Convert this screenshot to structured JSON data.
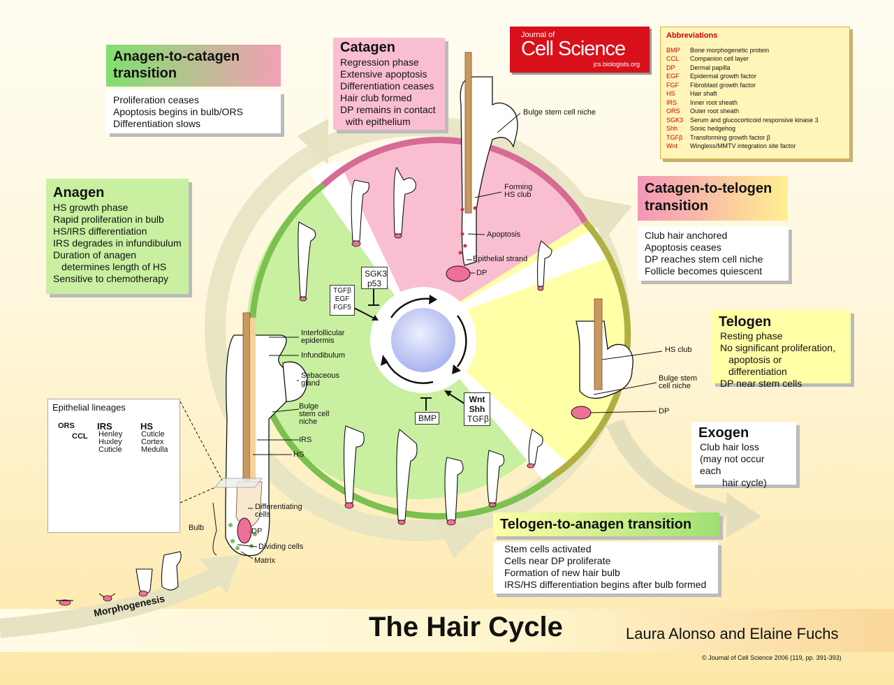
{
  "title": "The Hair Cycle",
  "authors": "Laura Alonso and Elaine Fuchs",
  "citation": "© Journal of Cell Science 2006 (119, pp. 391-393)",
  "journal": {
    "pre": "Journal of",
    "name": "Cell Science",
    "url": "jcs.biologists.org"
  },
  "abbreviations": {
    "title": "Abbreviations",
    "items": [
      {
        "k": "BMP",
        "v": "Bone morphogenetic protein"
      },
      {
        "k": "CCL",
        "v": "Companion cell layer"
      },
      {
        "k": "DP",
        "v": "Dermal papilla"
      },
      {
        "k": "EGF",
        "v": "Epidermal growth factor"
      },
      {
        "k": "FGF",
        "v": "Fibroblast growth factor"
      },
      {
        "k": "HS",
        "v": "Hair shaft"
      },
      {
        "k": "IRS",
        "v": "Inner root sheath"
      },
      {
        "k": "ORS",
        "v": "Outer root sheath"
      },
      {
        "k": "SGK3",
        "v": "Serum and glucocorticoid responsive kinase 3"
      },
      {
        "k": "Shh",
        "v": "Sonic hedgehog"
      },
      {
        "k": "TGFβ",
        "v": "Transforming growth factor β"
      },
      {
        "k": "Wnt",
        "v": "Wingless/MMTV integration site factor"
      }
    ]
  },
  "phases": {
    "anagen_to_catagen": {
      "title": "Anagen-to-catagen transition",
      "lines": [
        "Proliferation ceases",
        "Apoptosis begins in bulb/ORS",
        "Differentiation slows"
      ]
    },
    "catagen": {
      "title": "Catagen",
      "lines": [
        "Regression phase",
        "Extensive apoptosis",
        "Differentiation ceases",
        "Hair club formed",
        "DP remains in contact",
        "with epithelium"
      ]
    },
    "anagen": {
      "title": "Anagen",
      "lines": [
        "HS growth phase",
        "Rapid proliferation in bulb",
        "HS/IRS differentiation",
        "IRS degrades in infundibulum",
        "Duration of anagen",
        "determines length of HS",
        "Sensitive to chemotherapy"
      ]
    },
    "catagen_to_telogen": {
      "title": "Catagen-to-telogen transition",
      "lines": [
        "Club hair anchored",
        "Apoptosis ceases",
        "DP reaches stem cell niche",
        "Follicle becomes quiescent"
      ]
    },
    "telogen": {
      "title": "Telogen",
      "lines": [
        "Resting phase",
        "No significant proliferation,",
        "apoptosis or differentiation",
        "DP near stem cells"
      ]
    },
    "exogen": {
      "title": "Exogen",
      "lines": [
        "Club hair loss",
        "(may not occur each",
        "hair cycle)"
      ]
    },
    "telogen_to_anagen": {
      "title": "Telogen-to-anagen transition",
      "lines": [
        "Stem cells activated",
        "Cells near DP proliferate",
        "Formation of new hair bulb",
        "IRS/HS differentiation begins after bulb formed"
      ]
    }
  },
  "signals": {
    "sgk3": [
      "SGK3",
      "p53"
    ],
    "tgf": [
      "TGFβ",
      "EGF",
      "FGF5"
    ],
    "bmp": "BMP",
    "wnt": [
      "Wnt",
      "Shh",
      "TGFβ"
    ]
  },
  "follicle_labels": {
    "interfollicular": [
      "Interfollicular",
      "epidermis"
    ],
    "infundibulum": "Infundibulum",
    "sebaceous": [
      "Sebaceous",
      "gland"
    ],
    "bulge": [
      "Bulge",
      "stem cell",
      "niche"
    ],
    "irs": "IRS",
    "hs": "HS",
    "differentiating": [
      "Differentiating",
      "cells"
    ],
    "bulb": "Bulb",
    "dp": "DP",
    "dividing": "Dividing cells",
    "matrix": "Matrix"
  },
  "catagen_labels": {
    "bulge_niche": "Bulge stem cell niche",
    "forming_club": [
      "Forming",
      "HS club"
    ],
    "apoptosis": "Apoptosis",
    "epithelial_strand": "Epithelial strand",
    "dp": "DP"
  },
  "telogen_labels": {
    "hs_club": "HS club",
    "bulge_niche": [
      "Bulge stem",
      "cell niche"
    ],
    "dp": "DP"
  },
  "lineages": {
    "title": "Epithelial lineages",
    "ors": "ORS",
    "ccl": "CCL",
    "irs": "IRS",
    "hs": "HS",
    "irs_layers": [
      "Henley",
      "Huxley",
      "Cuticle"
    ],
    "hs_layers": [
      "Cuticle",
      "Cortex",
      "Medulla"
    ]
  },
  "morphogenesis": "Morphogenesis",
  "colors": {
    "anagen": "#c8f0a0",
    "catagen": "#f9bfd0",
    "telogen": "#ffffa8",
    "ring_green": "#7cc050",
    "ring_pink": "#d86a96",
    "ring_olive": "#b0b040",
    "dp_pink": "#ef6f98",
    "shaft": "#c99860"
  }
}
